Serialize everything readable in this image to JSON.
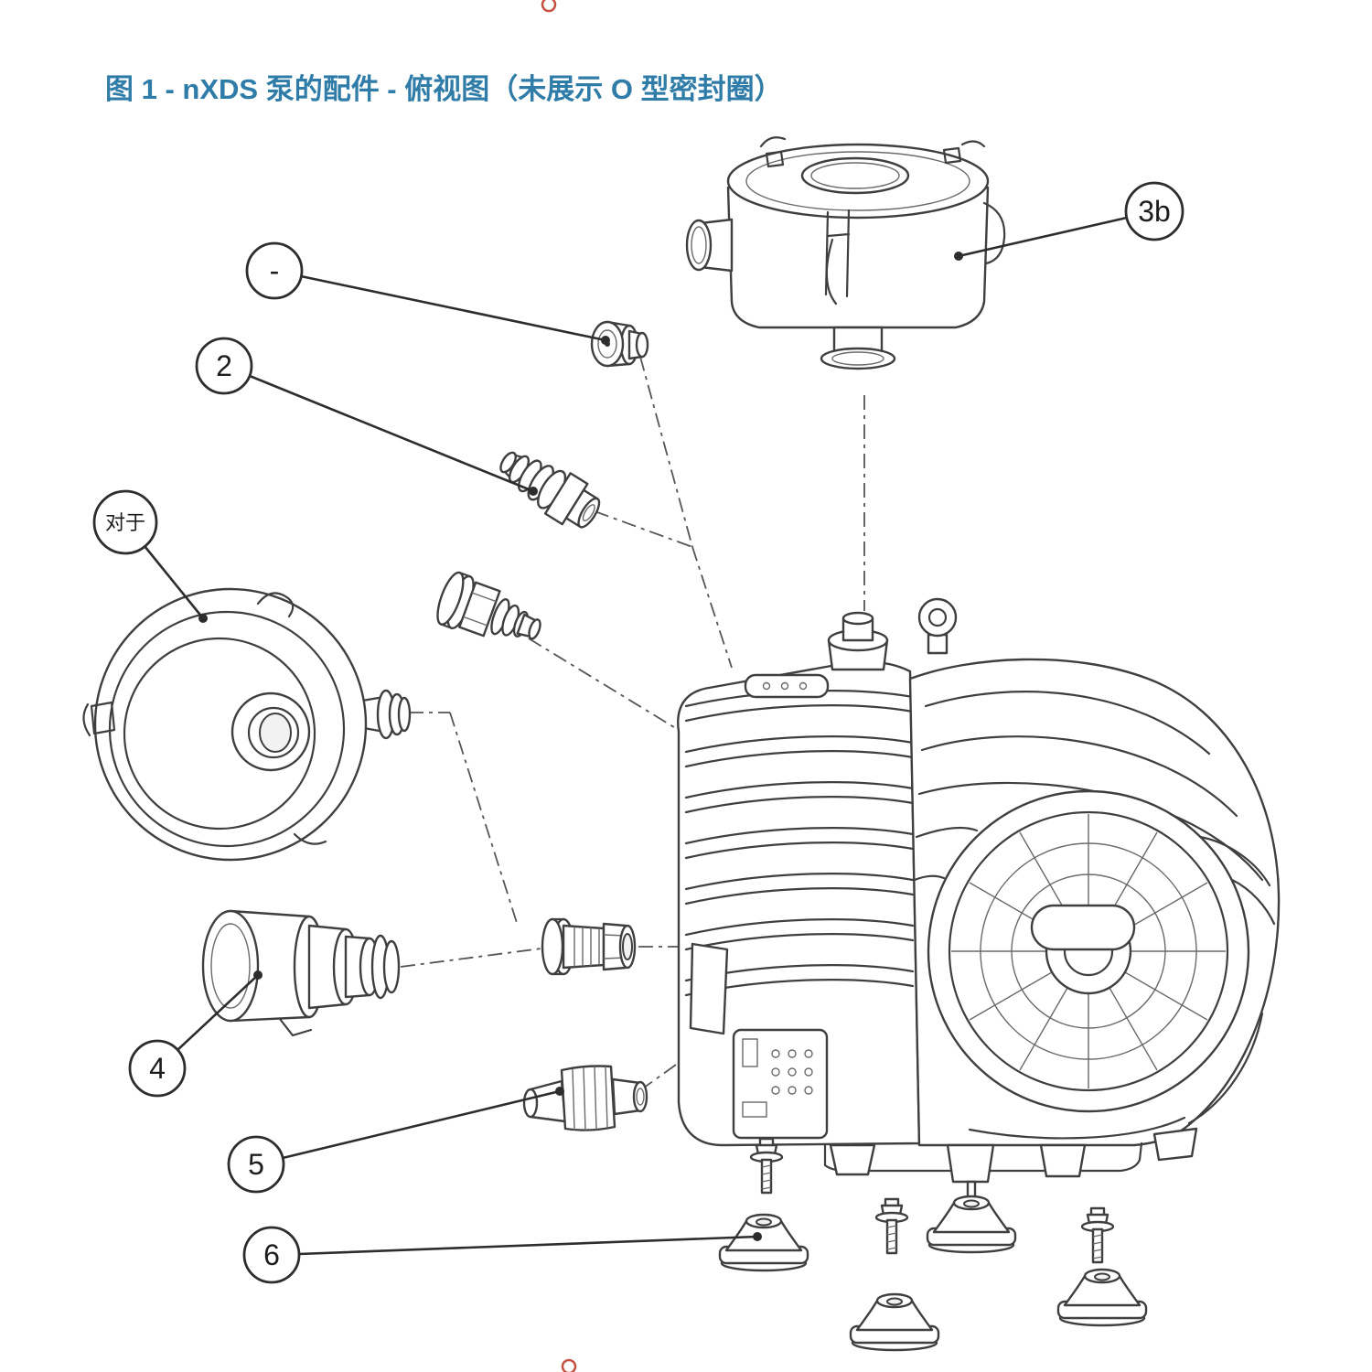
{
  "figure": {
    "title": "图 1 - nXDS 泵的配件 - 俯视图（未展示 O 型密封圈）"
  },
  "callouts": {
    "item1": "-",
    "item2": "2",
    "item3b": "3b",
    "item3a": "对于",
    "item4": "4",
    "item5": "5",
    "item6": "6"
  },
  "colors": {
    "title": "#2f7ca8",
    "line_art": "#3f3f3f",
    "page_marker": "#c65040"
  }
}
